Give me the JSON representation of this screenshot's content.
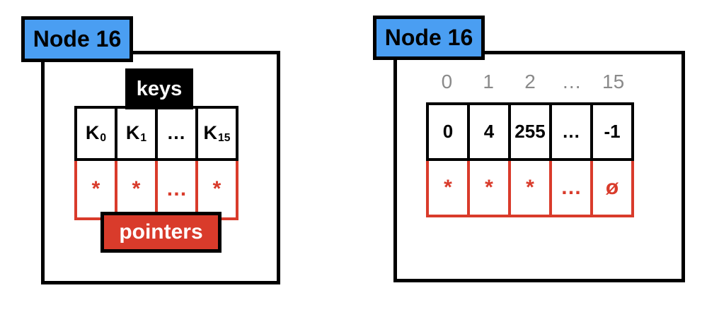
{
  "colors": {
    "blue": "#4A9EF2",
    "red": "#D93B2B",
    "gray": "#8A8A8A"
  },
  "left_diagram": {
    "node_label": "Node 16",
    "keys_label": "keys",
    "pointers_label": "pointers",
    "key_cells": [
      {
        "base": "K",
        "sub": "0"
      },
      {
        "base": "K",
        "sub": "1"
      },
      {
        "base": "…",
        "sub": ""
      },
      {
        "base": "K",
        "sub": "15"
      }
    ],
    "pointer_cells": [
      "*",
      "*",
      "…",
      "*"
    ]
  },
  "right_diagram": {
    "node_label": "Node 16",
    "index_labels": [
      "0",
      "1",
      "2",
      "…",
      "15"
    ],
    "key_cells": [
      "0",
      "4",
      "255",
      "…",
      "-1"
    ],
    "pointer_cells": [
      "*",
      "*",
      "*",
      "…",
      "ø"
    ]
  }
}
